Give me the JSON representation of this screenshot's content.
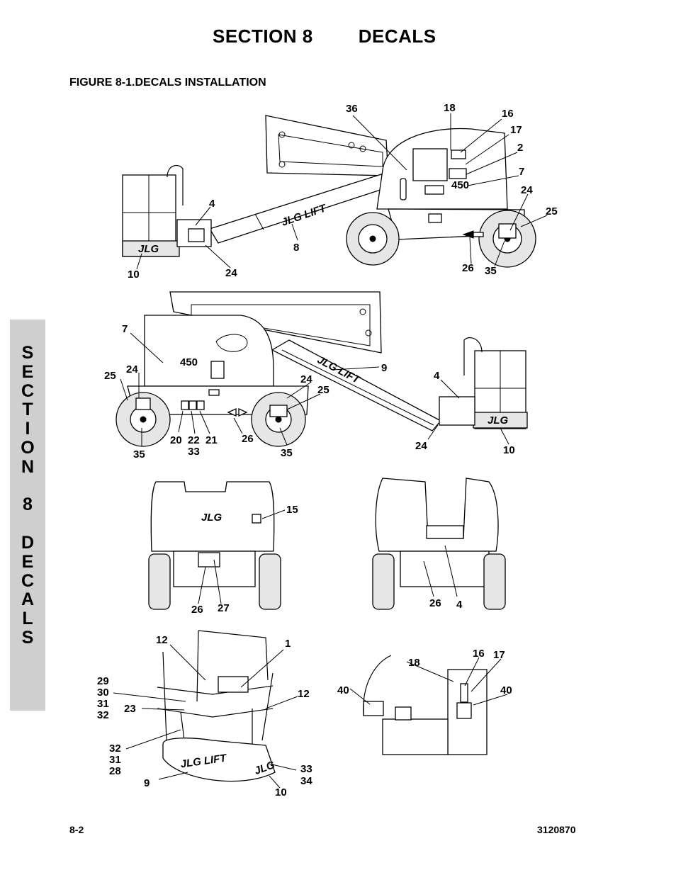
{
  "header": {
    "section": "SECTION 8",
    "title": "DECALS"
  },
  "figure_title": "FIGURE 8-1.DECALS INSTALLATION",
  "side_tab": [
    "S",
    "E",
    "C",
    "T",
    "I",
    "O",
    "N",
    "",
    "8",
    "",
    "D",
    "E",
    "C",
    "A",
    "L",
    "S"
  ],
  "footer": {
    "page": "8-2",
    "doc_number": "3120870"
  },
  "brand_marks": {
    "jlg": "JLG",
    "jlg_lift": "JLG LIFT",
    "model": "450"
  },
  "callouts": {
    "v1": [
      "36",
      "18",
      "16",
      "17",
      "2",
      "7",
      "24",
      "25",
      "4",
      "8",
      "10",
      "24",
      "26",
      "35"
    ],
    "v2": [
      "7",
      "25",
      "24",
      "9",
      "4",
      "24",
      "25",
      "20",
      "22",
      "33",
      "21",
      "26",
      "35",
      "35",
      "24",
      "10"
    ],
    "v3": [
      "15",
      "26",
      "27"
    ],
    "v4": [
      "26",
      "4"
    ],
    "v5": [
      "12",
      "1",
      "29",
      "30",
      "31",
      "32",
      "23",
      "12",
      "32",
      "31",
      "28",
      "9",
      "33",
      "34",
      "10"
    ],
    "v6": [
      "18",
      "16",
      "17",
      "40",
      "40"
    ]
  }
}
